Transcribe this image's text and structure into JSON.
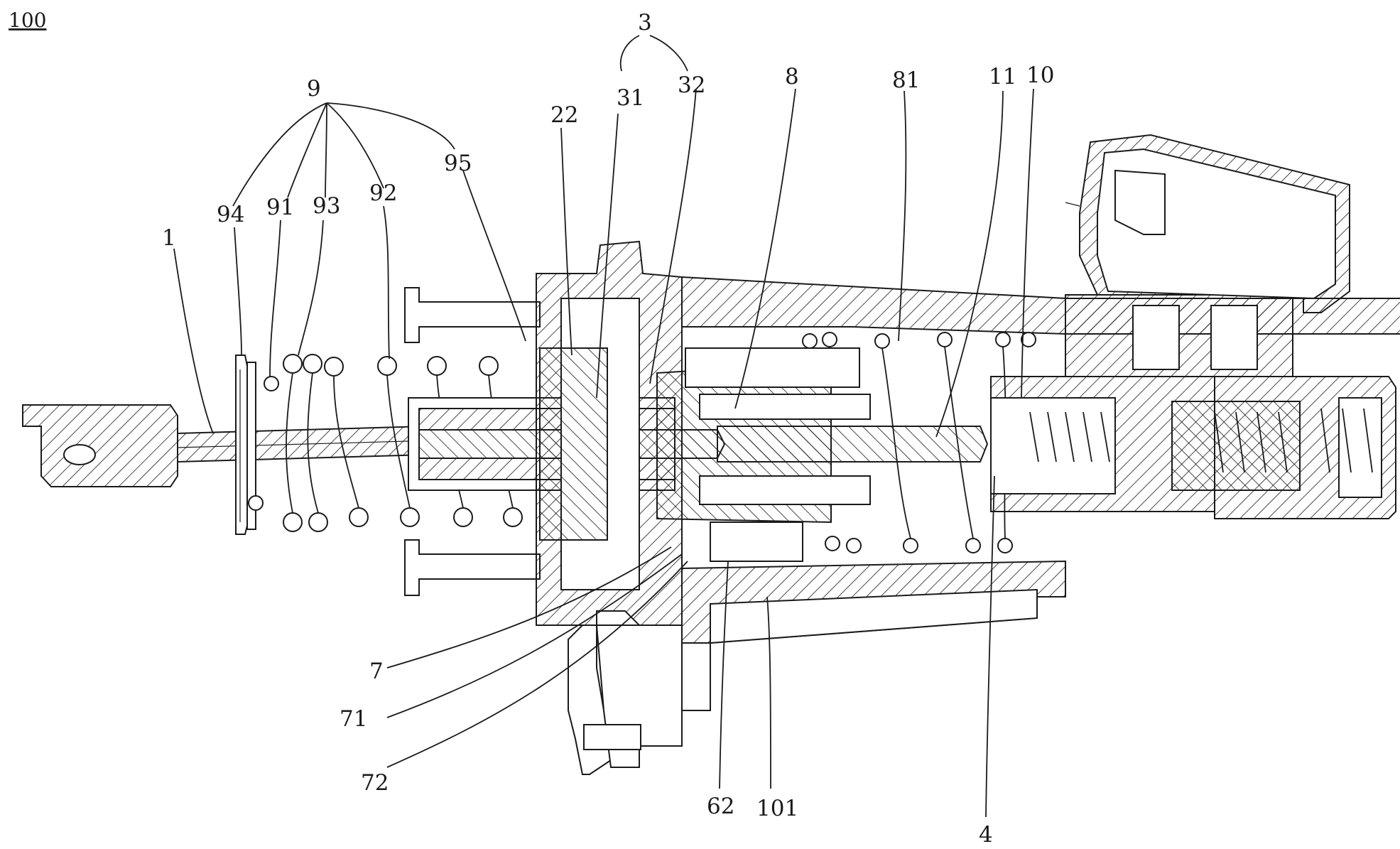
{
  "figure_ref": "100",
  "labels": {
    "l1": "1",
    "l3": "3",
    "l4": "4",
    "l7": "7",
    "l8": "8",
    "l9": "9",
    "l10": "10",
    "l11": "11",
    "l22": "22",
    "l31": "31",
    "l32": "32",
    "l62": "62",
    "l71": "71",
    "l72": "72",
    "l81": "81",
    "l91": "91",
    "l92": "92",
    "l93": "93",
    "l94": "94",
    "l95": "95",
    "l101": "101"
  }
}
